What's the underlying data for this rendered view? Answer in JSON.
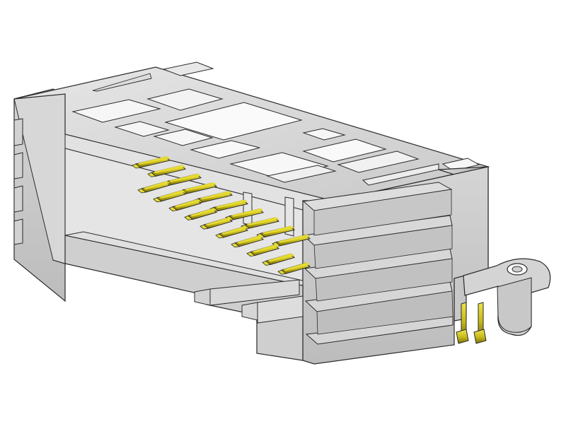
{
  "scene": {
    "subject": "connector-housing-3d-render",
    "background_color": "#ffffff",
    "body_colors": {
      "top": "#d8d8d8",
      "front": "#c9c9c9",
      "side": "#bdbdbd",
      "shadow": "#9a9a9a",
      "edge": "#2a2a2a",
      "cavity": "#e8e8e8"
    },
    "pin_colors": {
      "base": "#b8aa18",
      "highlight": "#e6db32",
      "shadow": "#7d7306"
    },
    "pin_rows": 2,
    "pins_per_row": 10
  }
}
